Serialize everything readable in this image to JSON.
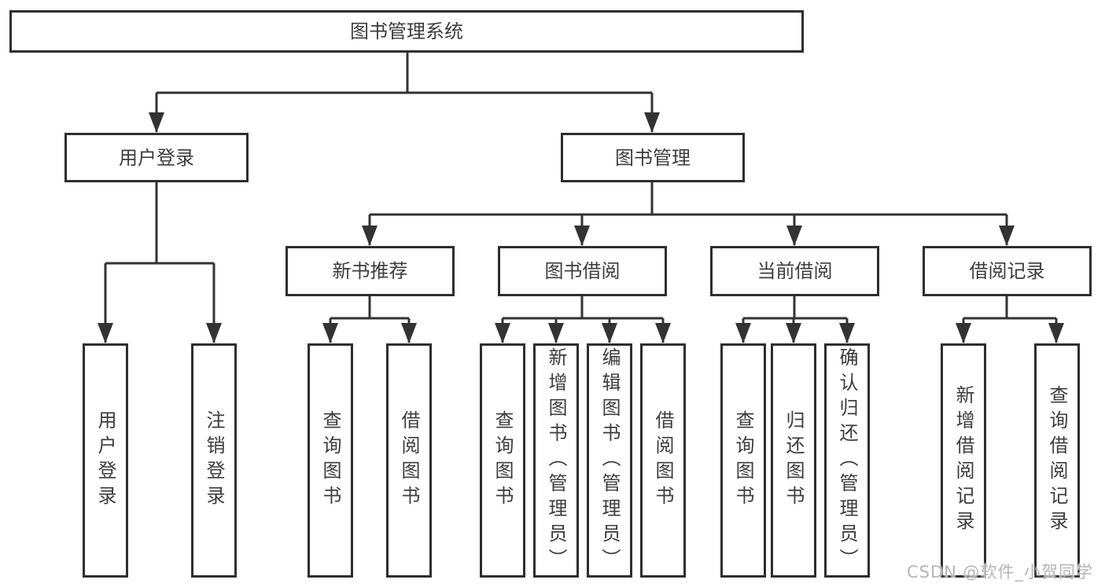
{
  "diagram": {
    "type": "hierarchy-tree",
    "colors": {
      "background": "#ffffff",
      "box_fill": "#ffffff",
      "box_border": "#2e2e2e",
      "line": "#333333",
      "text": "#3c3c3c",
      "watermark": "#b5b5b5"
    },
    "watermark": "CSDN @软件_小贺同学",
    "nodes": {
      "root": "图书管理系统",
      "user_login": "用户登录",
      "book_mgmt": "图书管理",
      "new_book_rec": "新书推荐",
      "book_borrow": "图书借阅",
      "current_borrow": "当前借阅",
      "borrow_records": "借阅记录",
      "leaf_user_login": "用户登录",
      "leaf_logout": "注销登录",
      "leaf_query_book_1": "查询图书",
      "leaf_borrow_book_1": "借阅图书",
      "leaf_query_book_2": "查询图书",
      "leaf_add_book": "新增图书（管理员）",
      "leaf_edit_book": "编辑图书（管理员）",
      "leaf_borrow_book_2": "借阅图书",
      "leaf_query_book_3": "查询图书",
      "leaf_return_book": "归还图书",
      "leaf_confirm_return": "确认归还（管理员）",
      "leaf_add_record": "新增借阅记录",
      "leaf_query_record": "查询借阅记录"
    },
    "structure": {
      "图书管理系统": {
        "用户登录": [
          "用户登录",
          "注销登录"
        ],
        "图书管理": {
          "新书推荐": [
            "查询图书",
            "借阅图书"
          ],
          "图书借阅": [
            "查询图书",
            "新增图书（管理员）",
            "编辑图书（管理员）",
            "借阅图书"
          ],
          "当前借阅": [
            "查询图书",
            "归还图书",
            "确认归还（管理员）"
          ],
          "借阅记录": [
            "新增借阅记录",
            "查询借阅记录"
          ]
        }
      }
    }
  }
}
